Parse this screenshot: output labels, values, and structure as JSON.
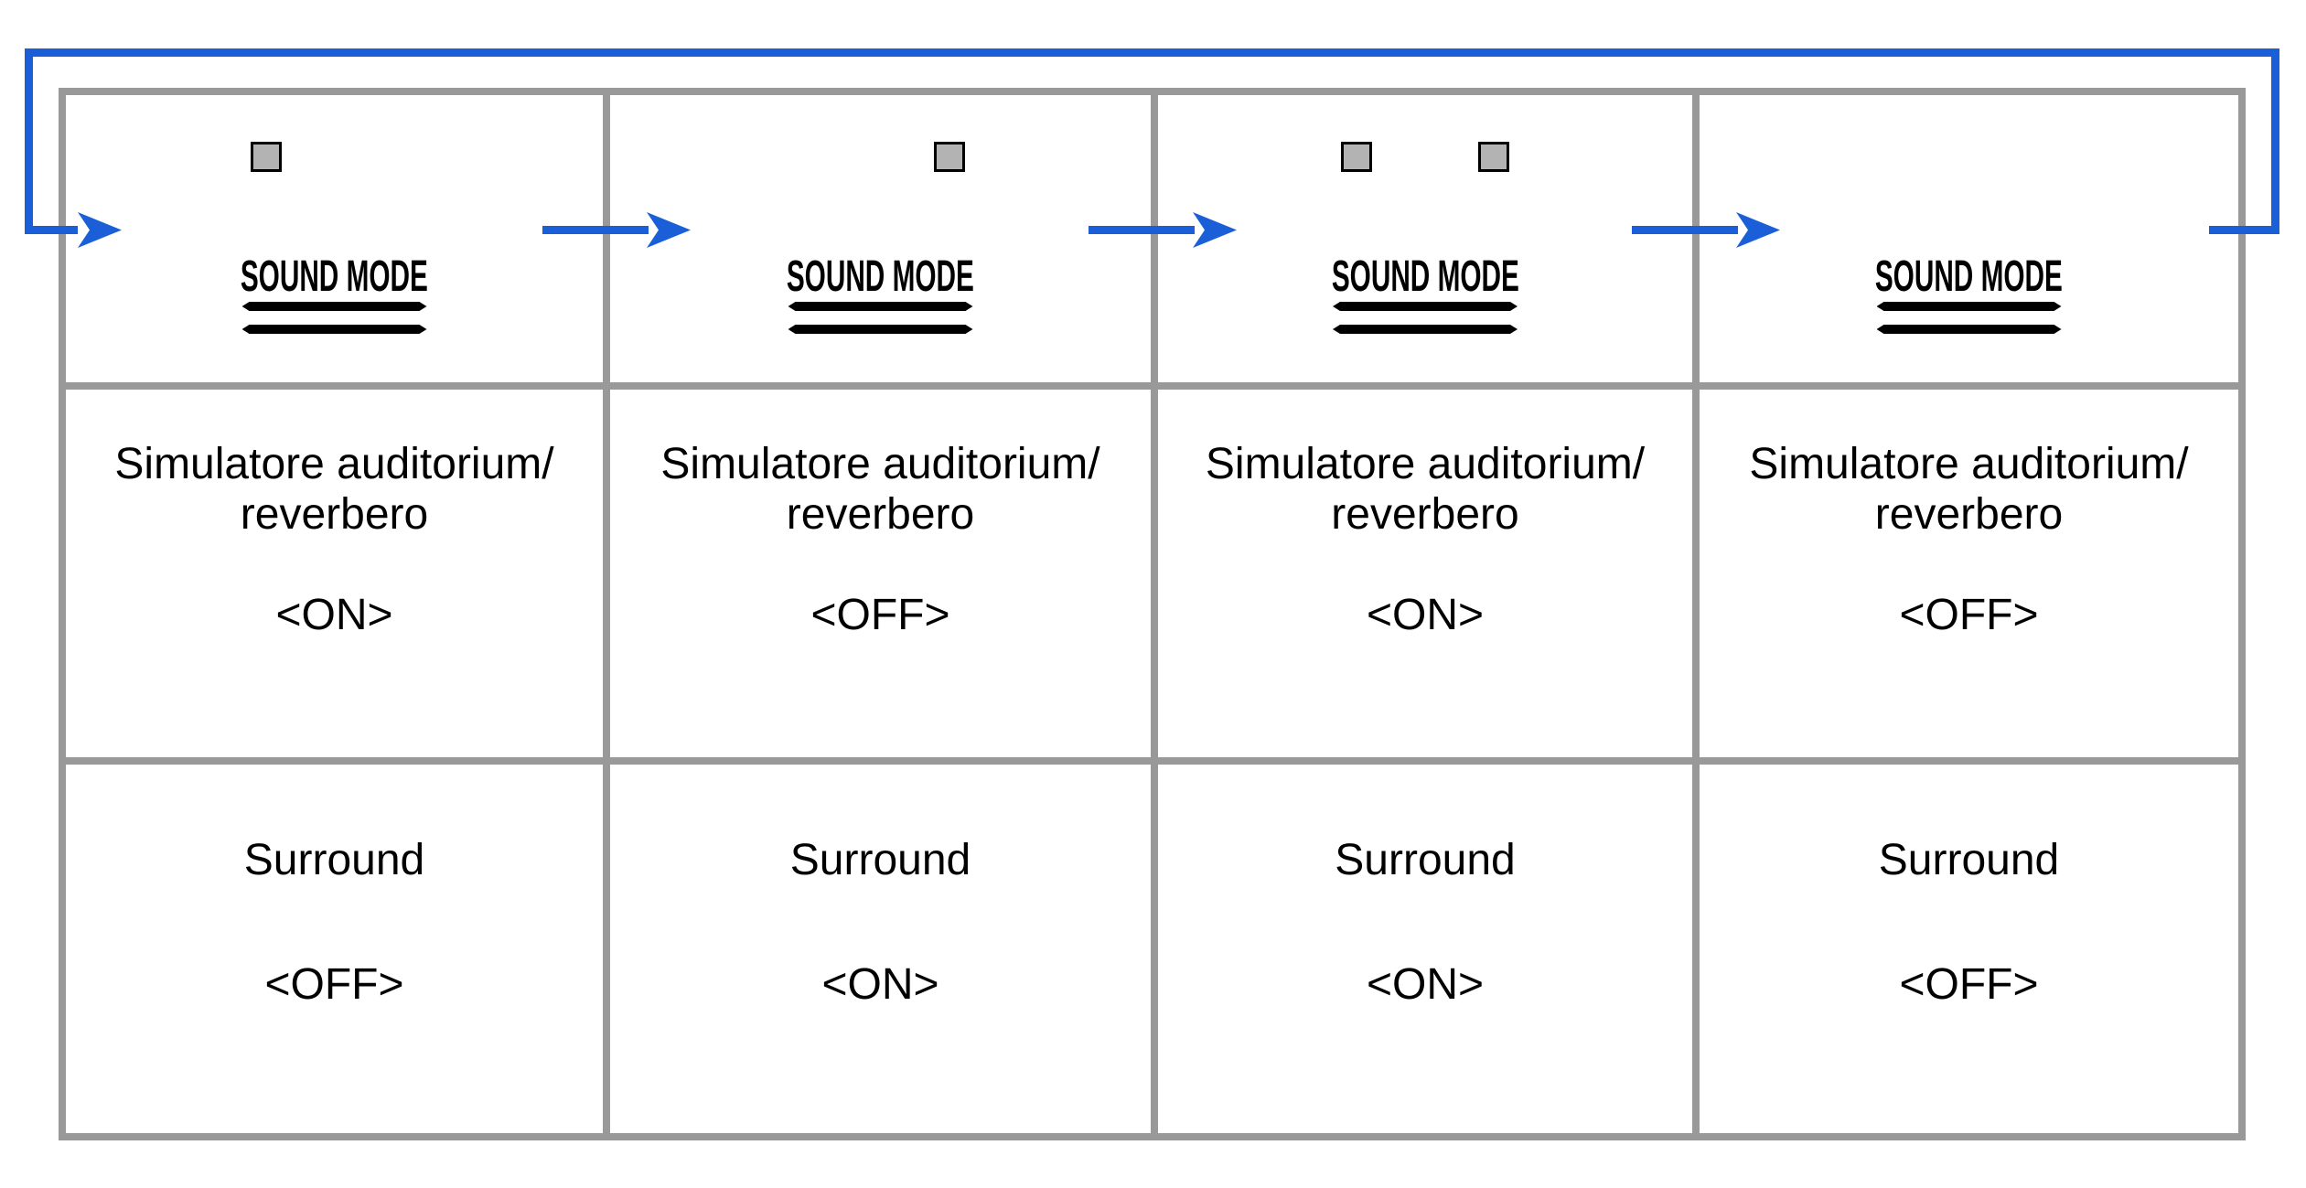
{
  "colors": {
    "arrow_blue": "#1a5fd8",
    "border_gray": "#999999",
    "indicator_fill": "#b3b3b3",
    "text_black": "#000000"
  },
  "button": {
    "label": "SOUND MODE"
  },
  "labels": {
    "simulatore_line1": "Simulatore auditorium/",
    "simulatore_line2": "reverbero",
    "surround": "Surround"
  },
  "states": [
    {
      "name": "state-1",
      "indicator_left": true,
      "indicator_right": false,
      "simulatore_value": "<ON>",
      "surround_value": "<OFF>"
    },
    {
      "name": "state-2",
      "indicator_left": false,
      "indicator_right": true,
      "simulatore_value": "<OFF>",
      "surround_value": "<ON>"
    },
    {
      "name": "state-3",
      "indicator_left": true,
      "indicator_right": true,
      "simulatore_value": "<ON>",
      "surround_value": "<ON>"
    },
    {
      "name": "state-4",
      "indicator_left": false,
      "indicator_right": false,
      "simulatore_value": "<OFF>",
      "surround_value": "<OFF>"
    }
  ]
}
